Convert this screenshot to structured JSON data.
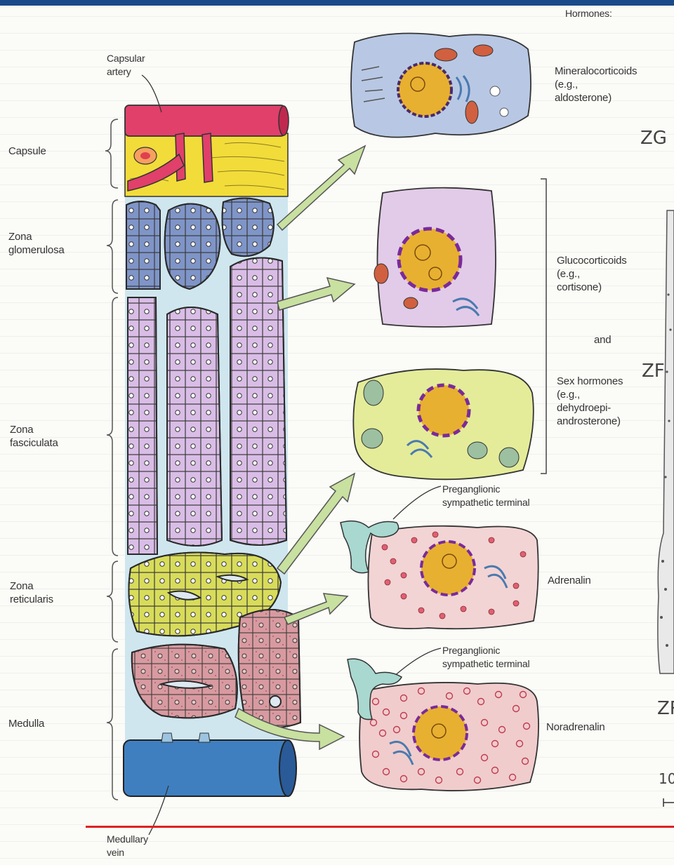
{
  "header": {
    "hormones_heading": "Hormones:"
  },
  "vessels": {
    "capsular_artery": "Capsular\nartery",
    "medullary_vein": "Medullary\nvein"
  },
  "zones": {
    "capsule": "Capsule",
    "glomerulosa": "Zona\nglomerulosa",
    "fasciculata": "Zona\nfasciculata",
    "reticularis": "Zona\nreticularis",
    "medulla": "Medulla"
  },
  "hormones": {
    "mineralocorticoids": "Mineralocorticoids\n(e.g.,\naldosterone)",
    "glucocorticoids": "Glucocorticoids\n(e.g.,\ncortisone)",
    "and": "and",
    "sex_hormones": "Sex hormones\n(e.g.,\ndehydroepi-\nandrosterone)",
    "adrenalin": "Adrenalin",
    "noradrenalin": "Noradrenalin"
  },
  "terminals": {
    "terminal_1": "Preganglionic\nsympathetic terminal",
    "terminal_2": "Preganglionic\nsympathetic terminal"
  },
  "side_labels": {
    "zg": "ZG",
    "zf": "ZF",
    "zr": "ZR",
    "scale_partial": "10"
  },
  "colors": {
    "artery": "#e0406a",
    "capsule": "#f2dc3a",
    "glomerulosa": "#7f95c8",
    "fasciculata": "#d9bde6",
    "reticularis": "#d8dc5a",
    "medulla": "#d89aa0",
    "vein": "#3f7fc0",
    "nucleus": "#e8b030",
    "arrow": "#c8e0a0",
    "accent_line": "#e02020"
  }
}
